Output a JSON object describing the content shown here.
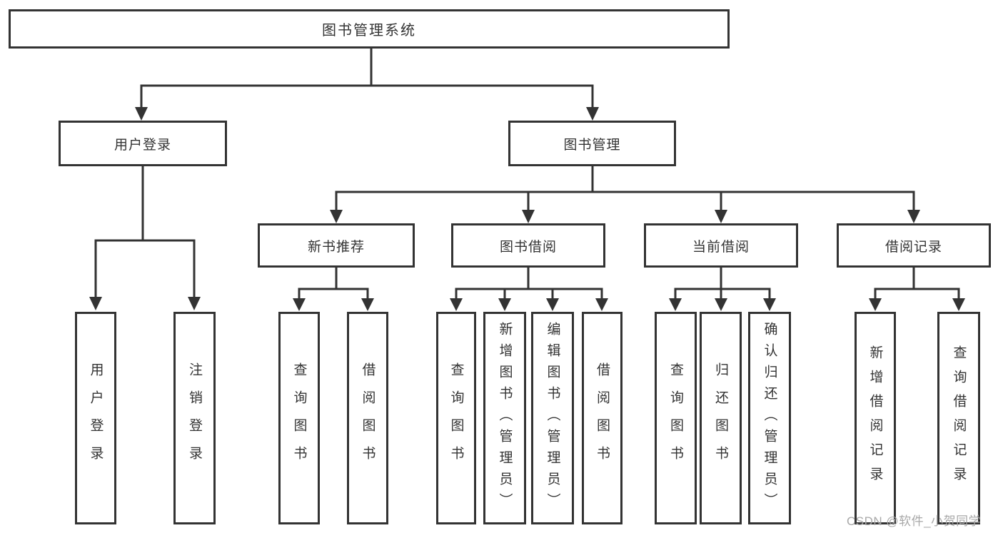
{
  "tree": {
    "root": "图书管理系统",
    "children": [
      {
        "label": "用户登录",
        "children": [
          {
            "label": "用户登录"
          },
          {
            "label": "注销登录"
          }
        ]
      },
      {
        "label": "图书管理",
        "children": [
          {
            "label": "新书推荐",
            "children": [
              {
                "label": "查询图书"
              },
              {
                "label": "借阅图书"
              }
            ]
          },
          {
            "label": "图书借阅",
            "children": [
              {
                "label": "查询图书"
              },
              {
                "label": "新增图书（管理员）"
              },
              {
                "label": "编辑图书（管理员）"
              },
              {
                "label": "借阅图书"
              }
            ]
          },
          {
            "label": "当前借阅",
            "children": [
              {
                "label": "查询图书"
              },
              {
                "label": "归还图书"
              },
              {
                "label": "确认归还（管理员）"
              }
            ]
          },
          {
            "label": "借阅记录",
            "children": [
              {
                "label": "新增借阅记录"
              },
              {
                "label": "查询借阅记录"
              }
            ]
          }
        ]
      }
    ]
  },
  "watermark": "CSDN @软件_小贺同学",
  "colors": {
    "line": "#333333",
    "text": "#333333",
    "background": "#ffffff",
    "watermark": "#a8a8a8"
  }
}
